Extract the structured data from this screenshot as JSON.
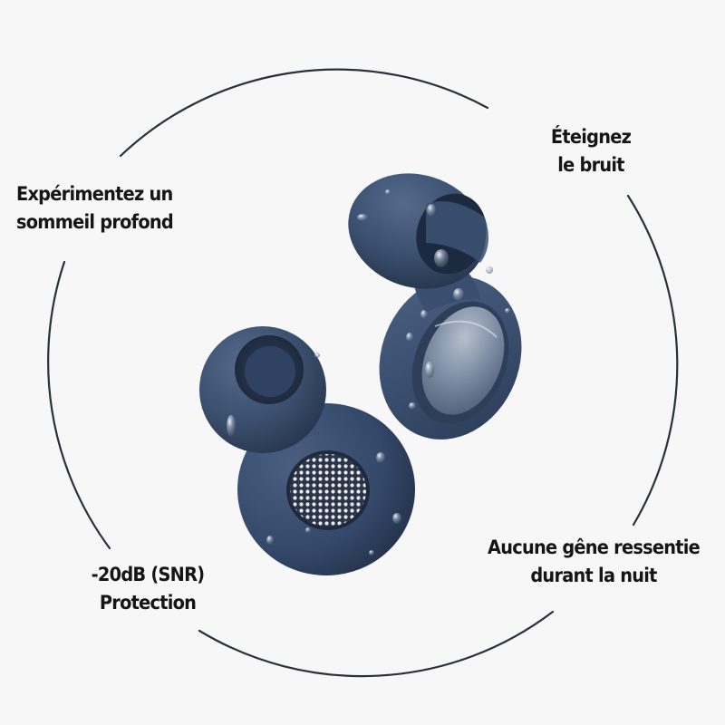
{
  "features": {
    "top_left": {
      "line1": "Expérimentez un",
      "line2": "sommeil profond"
    },
    "top_right": {
      "line1": "Éteignez",
      "line2": "le bruit"
    },
    "bottom_left": {
      "line1": "-20dB (SNR)",
      "line2": "Protection"
    },
    "bottom_right": {
      "line1": "Aucune gêne ressentie",
      "line2": "durant la nuit"
    }
  },
  "image": {
    "subject": "earplugs-pair",
    "product_color": "#3a4f6d",
    "background_color": "#f7f7f7",
    "circle_stroke_color": "#2a3236"
  }
}
